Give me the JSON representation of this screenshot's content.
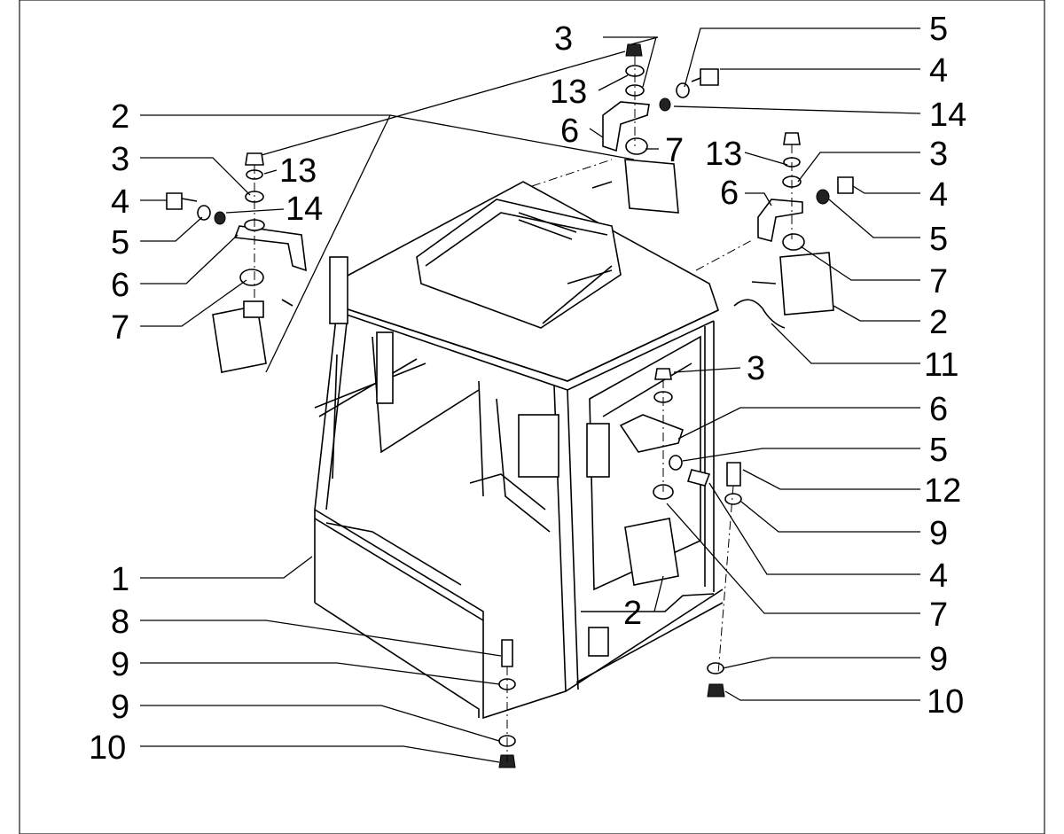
{
  "diagram": {
    "colors": {
      "line": "#000000",
      "background": "#ffffff"
    },
    "callouts": [
      {
        "id": "c-3-top",
        "text": "3"
      },
      {
        "id": "c-5-top",
        "text": "5"
      },
      {
        "id": "c-4-top",
        "text": "4"
      },
      {
        "id": "c-13-top",
        "text": "13"
      },
      {
        "id": "c-14-top",
        "text": "14"
      },
      {
        "id": "c-2-left",
        "text": "2"
      },
      {
        "id": "c-6-top",
        "text": "6"
      },
      {
        "id": "c-7-top",
        "text": "7"
      },
      {
        "id": "c-3-left",
        "text": "3"
      },
      {
        "id": "c-13-left",
        "text": "13"
      },
      {
        "id": "c-13-right",
        "text": "13"
      },
      {
        "id": "c-3-right",
        "text": "3"
      },
      {
        "id": "c-4-left",
        "text": "4"
      },
      {
        "id": "c-14-left",
        "text": "14"
      },
      {
        "id": "c-6-right",
        "text": "6"
      },
      {
        "id": "c-4-right",
        "text": "4"
      },
      {
        "id": "c-5-left",
        "text": "5"
      },
      {
        "id": "c-5-right",
        "text": "5"
      },
      {
        "id": "c-6-left",
        "text": "6"
      },
      {
        "id": "c-7-right",
        "text": "7"
      },
      {
        "id": "c-7-left",
        "text": "7"
      },
      {
        "id": "c-2-right",
        "text": "2"
      },
      {
        "id": "c-11",
        "text": "11"
      },
      {
        "id": "c-3-mid",
        "text": "3"
      },
      {
        "id": "c-6-mid",
        "text": "6"
      },
      {
        "id": "c-5-mid",
        "text": "5"
      },
      {
        "id": "c-12",
        "text": "12"
      },
      {
        "id": "c-9-right-a",
        "text": "9"
      },
      {
        "id": "c-1",
        "text": "1"
      },
      {
        "id": "c-4-mid",
        "text": "4"
      },
      {
        "id": "c-2-lower",
        "text": "2"
      },
      {
        "id": "c-7-lower",
        "text": "7"
      },
      {
        "id": "c-8",
        "text": "8"
      },
      {
        "id": "c-9-left-a",
        "text": "9"
      },
      {
        "id": "c-9-right-b",
        "text": "9"
      },
      {
        "id": "c-9-left-b",
        "text": "9"
      },
      {
        "id": "c-10-right",
        "text": "10"
      },
      {
        "id": "c-10-left",
        "text": "10"
      }
    ]
  }
}
